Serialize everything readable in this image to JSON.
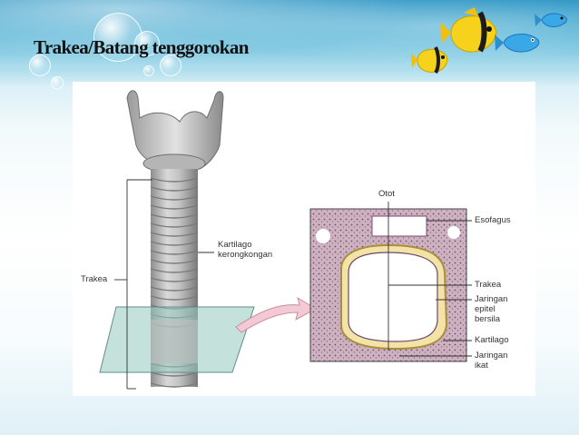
{
  "slide": {
    "title": "Trakea/Batang tenggorokan"
  },
  "diagram": {
    "labels": {
      "trakea_left": "Trakea",
      "kartilago": "Kartilago\nkerongkongan",
      "otot": "Otot",
      "esofagus": "Esofagus",
      "trakea_right": "Trakea",
      "jaringan_epitel": "Jaringan\nepitel\nbersila",
      "kartilago_right": "Kartilago",
      "jaringan_ikat": "Jaringan\nikat"
    }
  },
  "decor": {
    "icons": [
      "bubble-icon",
      "yellow-fish-icon",
      "blue-fish-icon"
    ]
  }
}
